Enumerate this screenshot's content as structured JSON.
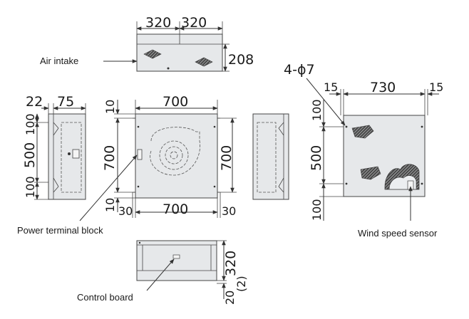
{
  "labels": {
    "air_intake": "Air intake",
    "power_terminal_block": "Power terminal block",
    "wind_speed_sensor": "Wind speed sensor",
    "control_board": "Control board"
  },
  "dimensions": {
    "top_w1": "320",
    "top_w2": "320",
    "top_h": "208",
    "side_d1": "22",
    "side_d2": "75",
    "side_h_top": "100",
    "side_h_mid": "500",
    "side_h_bot": "100",
    "front_w": "700",
    "front_h_left": "700",
    "front_h_right": "700",
    "front_top_off": "10",
    "front_bot_off": "10",
    "front_bot_left": "30",
    "front_bot_w": "700",
    "front_bot_right": "30",
    "holes": "4-ϕ7",
    "back_left": "15",
    "back_w": "730",
    "back_right": "15",
    "back_h_top": "100",
    "back_h_mid": "500",
    "back_h_bot": "100",
    "bottom_h": "320",
    "bottom_off": "20",
    "bottom_paren": "(2)"
  },
  "colors": {
    "panel_fill": "#e6e8ea",
    "line": "#333333",
    "hatch": "#2f2f2f"
  }
}
